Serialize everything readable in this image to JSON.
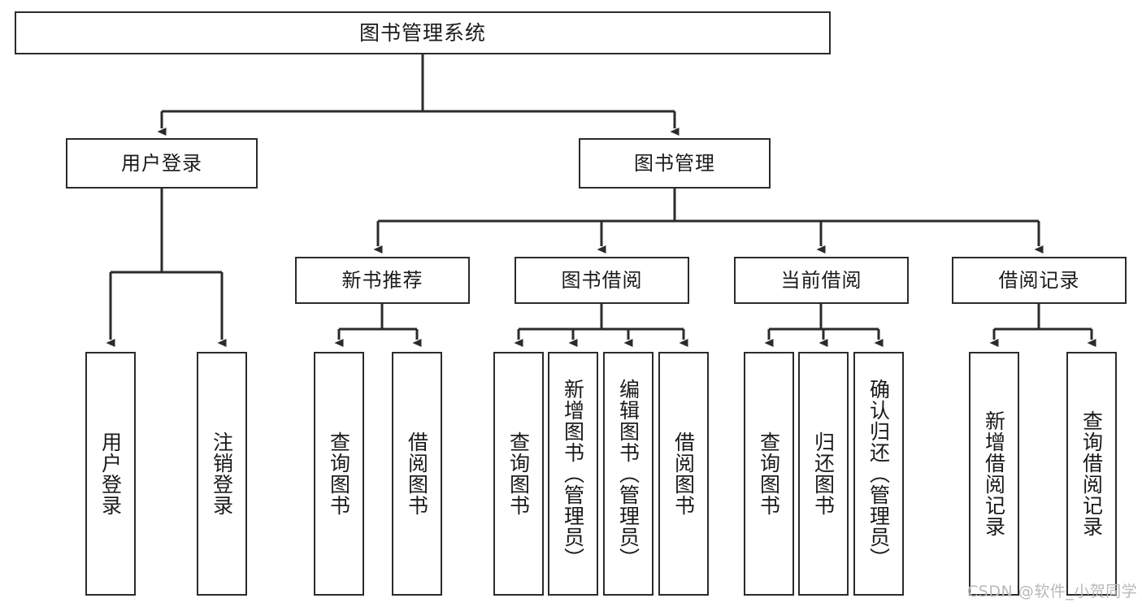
{
  "diagram": {
    "title": "图书管理系统",
    "type": "tree-hierarchy-diagram",
    "colors": {
      "stroke": "#2b2b2b",
      "fill": "#ffffff",
      "text": "#1a1a1a",
      "watermark": "#b9b9b9"
    },
    "root": {
      "label": "图书管理系统"
    },
    "level2": [
      {
        "label": "用户登录"
      },
      {
        "label": "图书管理"
      }
    ],
    "level3": [
      {
        "label": "新书推荐"
      },
      {
        "label": "图书借阅"
      },
      {
        "label": "当前借阅"
      },
      {
        "label": "借阅记录"
      }
    ],
    "leaves": {
      "user_login": [
        {
          "label": "用户登录"
        },
        {
          "label": "注销登录"
        }
      ],
      "new_book_rec": [
        {
          "label": "查询图书"
        },
        {
          "label": "借阅图书"
        }
      ],
      "book_borrow": [
        {
          "label": "查询图书"
        },
        {
          "label": "新增图书（管理员）"
        },
        {
          "label": "编辑图书（管理员）"
        },
        {
          "label": "借阅图书"
        }
      ],
      "current_borrow": [
        {
          "label": "查询图书"
        },
        {
          "label": "归还图书"
        },
        {
          "label": "确认归还（管理员）"
        }
      ],
      "borrow_record": [
        {
          "label": "新增借阅记录"
        },
        {
          "label": "查询借阅记录"
        }
      ]
    },
    "watermark": "CSDN @软件_小贺同学"
  }
}
